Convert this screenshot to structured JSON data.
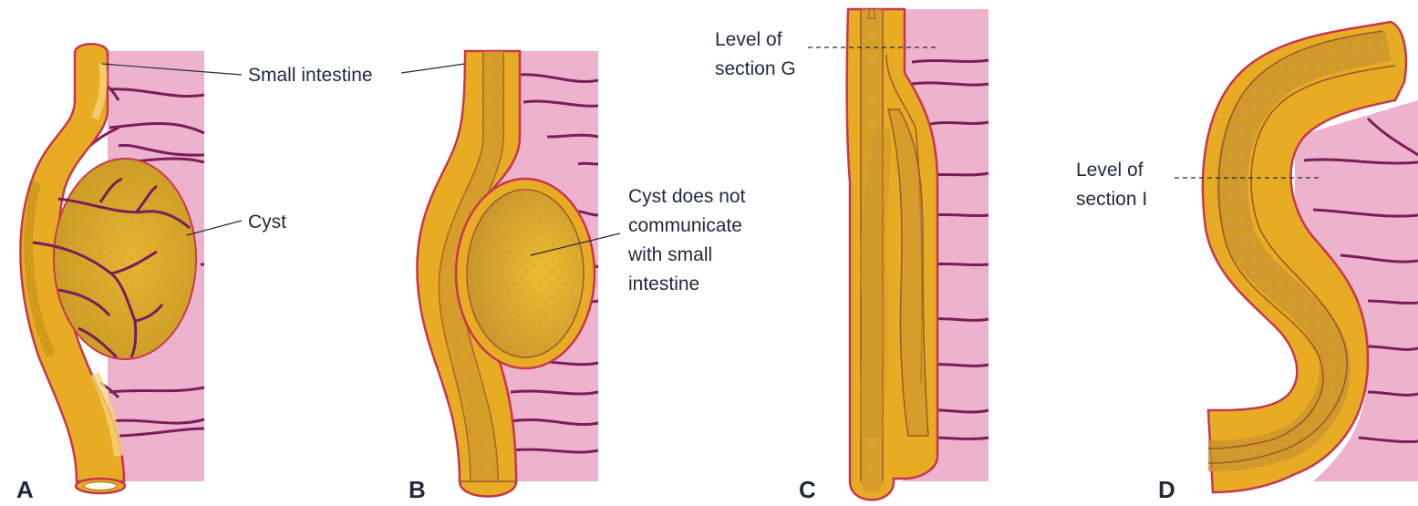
{
  "colors": {
    "intestine": "#e7ac24",
    "intestine_dark": "#b98614",
    "outline": "#c8364e",
    "mesentery": "#eeb3cc",
    "vessel": "#7a1d5a",
    "label_text": "#1f2a3d"
  },
  "panels": {
    "a": {
      "letter": "A",
      "labels": {
        "small_intestine": "Small intestine",
        "cyst": "Cyst"
      }
    },
    "b": {
      "letter": "B",
      "labels": {
        "cyst_line1": "Cyst does not",
        "cyst_line2": "communicate",
        "cyst_line3": "with small",
        "cyst_line4": "intestine"
      }
    },
    "c": {
      "letter": "C",
      "labels": {
        "section_line1": "Level of",
        "section_line2": "section G"
      }
    },
    "d": {
      "letter": "D",
      "labels": {
        "section_line1": "Level of",
        "section_line2": "section I"
      }
    }
  }
}
